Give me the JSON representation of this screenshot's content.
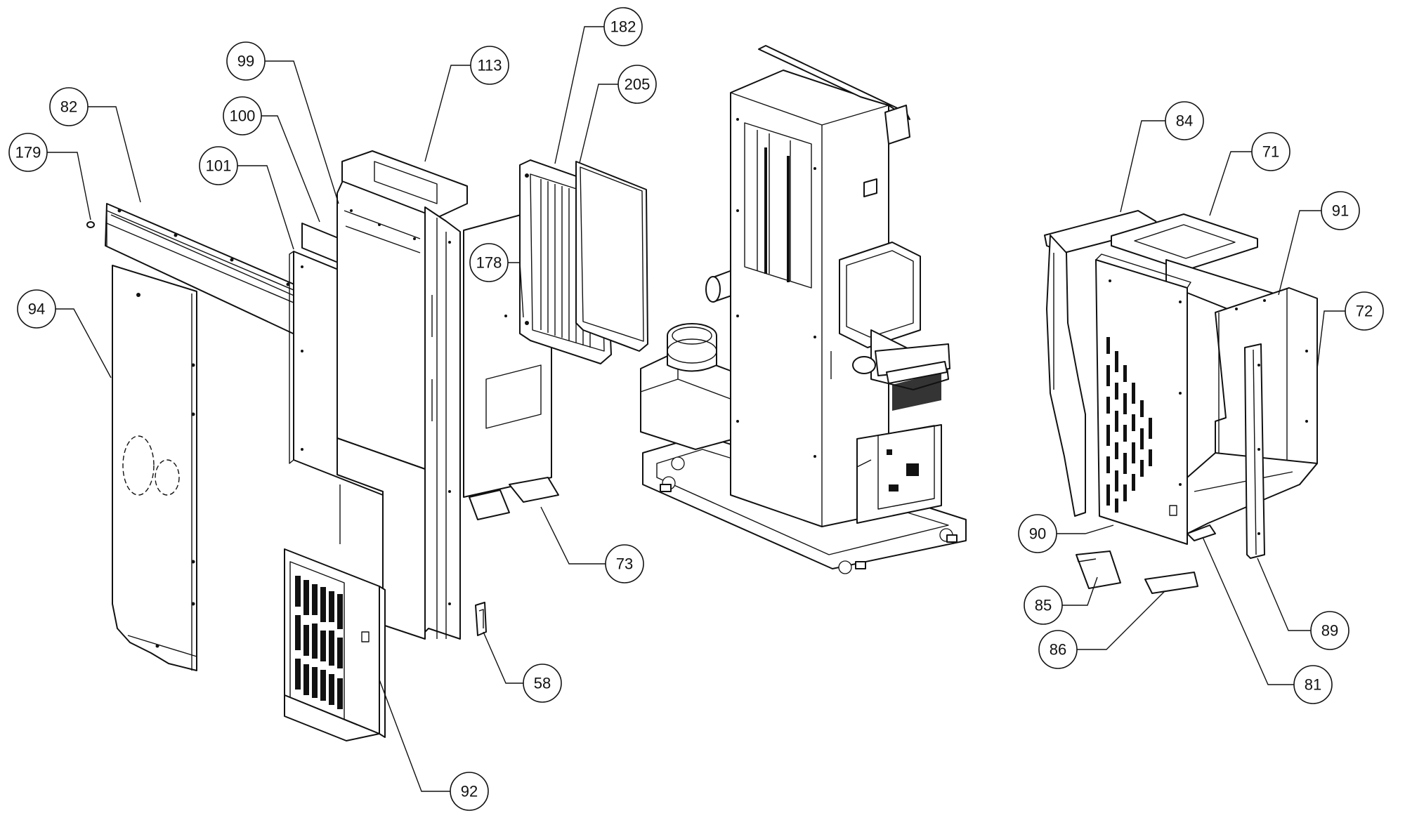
{
  "diagram": {
    "type": "exploded-parts-view",
    "callouts": [
      "179",
      "82",
      "94",
      "101",
      "100",
      "99",
      "113",
      "182",
      "205",
      "178",
      "73",
      "58",
      "92",
      "84",
      "71",
      "91",
      "72",
      "90",
      "85",
      "86",
      "81",
      "89"
    ]
  }
}
